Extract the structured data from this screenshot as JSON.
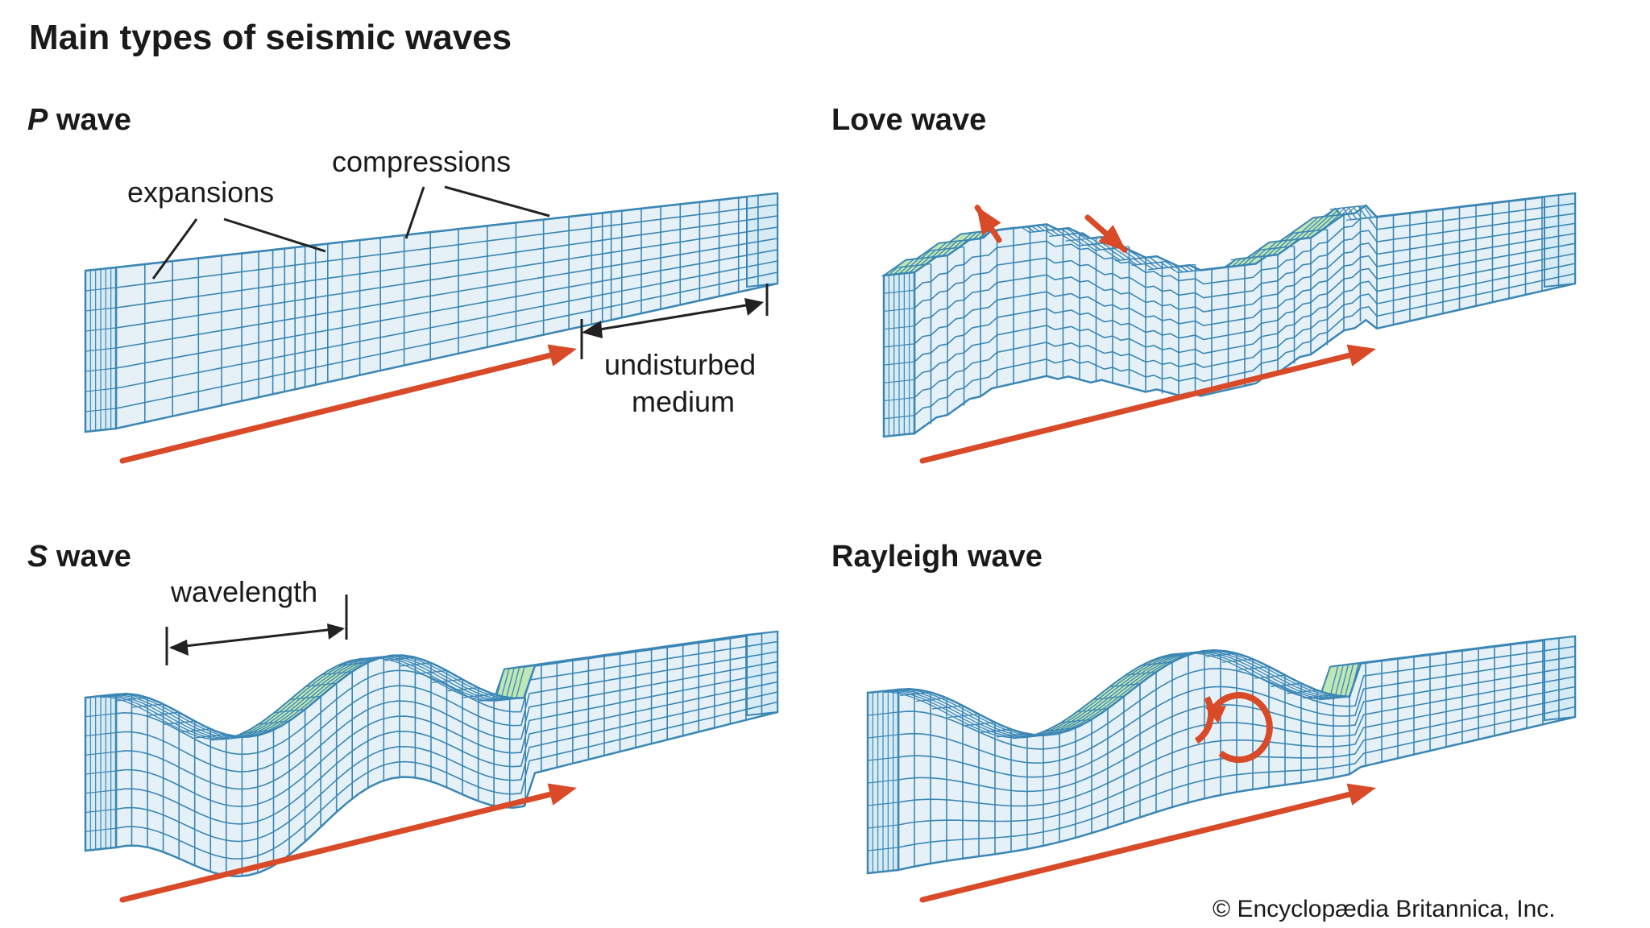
{
  "title": "Main types of seismic waves",
  "panels": {
    "p": {
      "letter": "P",
      "suffix": " wave",
      "labels": {
        "expansions": "expansions",
        "compressions": "compressions",
        "undisturbed": "undisturbed",
        "medium": "medium"
      }
    },
    "love": {
      "title": "Love wave"
    },
    "s": {
      "letter": "S",
      "suffix": " wave",
      "labels": {
        "wavelength": "wavelength"
      }
    },
    "rayleigh": {
      "title": "Rayleigh wave"
    }
  },
  "credit": "© Encyclopædia Britannica, Inc.",
  "colors": {
    "grid": "#3b86b5",
    "front": "#e5f1f7",
    "top": "#bfe6b5",
    "arrow": "#d84a28",
    "leader": "#222222"
  }
}
